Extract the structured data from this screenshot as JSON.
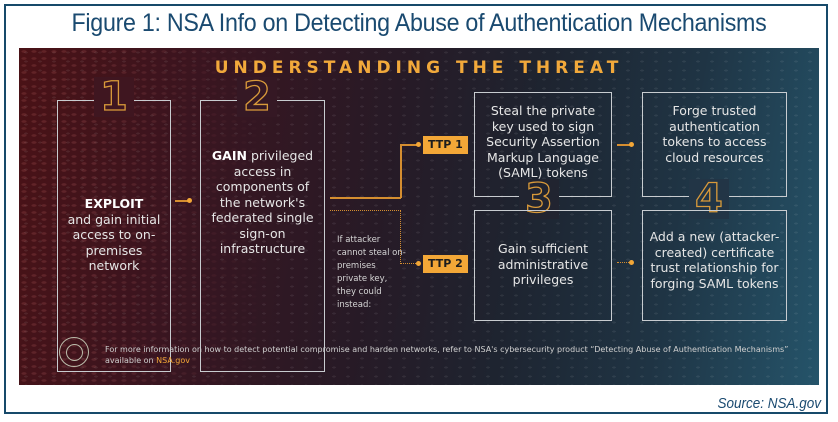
{
  "figure": {
    "title": "Figure 1: NSA Info on Detecting Abuse of Authentication Mechanisms",
    "source": "Source: NSA.gov",
    "colors": {
      "frame_border": "#174a6a",
      "title_text": "#1a4a70",
      "accent_orange": "#f3a737"
    }
  },
  "diagram": {
    "heading": "UNDERSTANDING THE THREAT",
    "steps": [
      {
        "number": "1",
        "bold": "EXPLOIT",
        "text": "and gain initial access to on-premises network"
      },
      {
        "number": "2",
        "bold": "GAIN",
        "text": "privileged access in components of the network's federated single sign-on infrastructure"
      }
    ],
    "ttp1": {
      "label": "TTP 1",
      "step_number": "3",
      "first": "Steal the private key used to sign Security Assertion Markup Language (SAML) tokens",
      "second_number": "4",
      "second": "Forge trusted authentication tokens to access cloud resources"
    },
    "ttp2": {
      "label": "TTP 2",
      "note": "If attacker cannot steal on-premises private key, they could instead:",
      "first": "Gain sufficient administrative privileges",
      "second": "Add a new (attacker-created) certificate trust relationship for forging SAML tokens"
    },
    "footer": {
      "text": "For more information on how to detect potential compromise and harden networks, refer to NSA's cybersecurity product “Detecting Abuse of Authentication Mechanisms” available on ",
      "link": "NSA.gov"
    }
  }
}
